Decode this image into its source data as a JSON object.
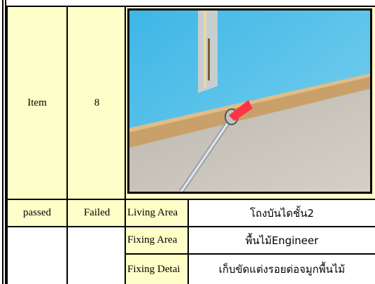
{
  "table": {
    "item_label": "Item",
    "item_number": "8",
    "status_passed": "passed",
    "status_failed": "Failed",
    "rows": [
      {
        "label": "Living Area",
        "value": "โถงบันไดชั้น2"
      },
      {
        "label": "Fixing Area",
        "value": "พื้นไม้Engineer"
      },
      {
        "label": "Fixing Detai",
        "value": "เก็บขัดแต่งรอยต่อจมูกพื้นไม้"
      }
    ]
  },
  "photo": {
    "description_icon": "inspection-photo",
    "colors": {
      "sky": "#4fc3e8",
      "wall": "#c8c4bc",
      "trim": "#c9a06a",
      "pointer": "#ff3344"
    }
  }
}
